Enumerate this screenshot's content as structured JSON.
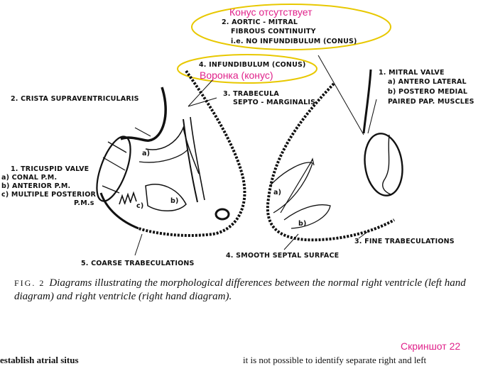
{
  "labels": {
    "aortic_mitral": [
      "2. AORTIC - MITRAL",
      "FIBROUS CONTINUITY",
      "i.e. NO INFUNDIBULUM (CONUS)"
    ],
    "infundibulum": "4. INFUNDIBULUM (CONUS)",
    "crista": "2. CRISTA SUPRAVENTRICULARIS",
    "trabecula": [
      "3. TRABECULA",
      "SEPTO - MARGINALIS"
    ],
    "mitral": [
      "1. MITRAL VALVE",
      "a) ANTERO LATERAL",
      "b) POSTERO MEDIAL",
      "PAIRED PAP. MUSCLES"
    ],
    "tricuspid": [
      "1. TRICUSPID VALVE",
      "a) CONAL P.M.",
      "b) ANTERIOR P.M.",
      "c) MULTIPLE POSTERIOR",
      "P.M.s"
    ],
    "coarse": "5. COARSE TRABECULATIONS",
    "smooth": "4. SMOOTH SEPTAL SURFACE",
    "fine": "3. FINE TRABECULATIONS",
    "left_a": "a)",
    "left_b": "b)",
    "left_c": "c)",
    "right_a": "a)",
    "right_b": "b)"
  },
  "annotations": {
    "conus_absent": "Конус отсутствует",
    "funnel": "Воронка (конус)",
    "screenshot": "Скриншот 22"
  },
  "caption": {
    "fig": "FIG. 2",
    "text": "Diagrams illustrating the morphological differences between the normal right ventricle (left hand diagram) and right ventricle (right hand diagram)."
  },
  "footer": {
    "left": "establish atrial situs",
    "right": "it is not possible to identify separate right and left"
  },
  "colors": {
    "annotation_text": "#e0228a",
    "ellipse_stroke": "#e8c800"
  }
}
